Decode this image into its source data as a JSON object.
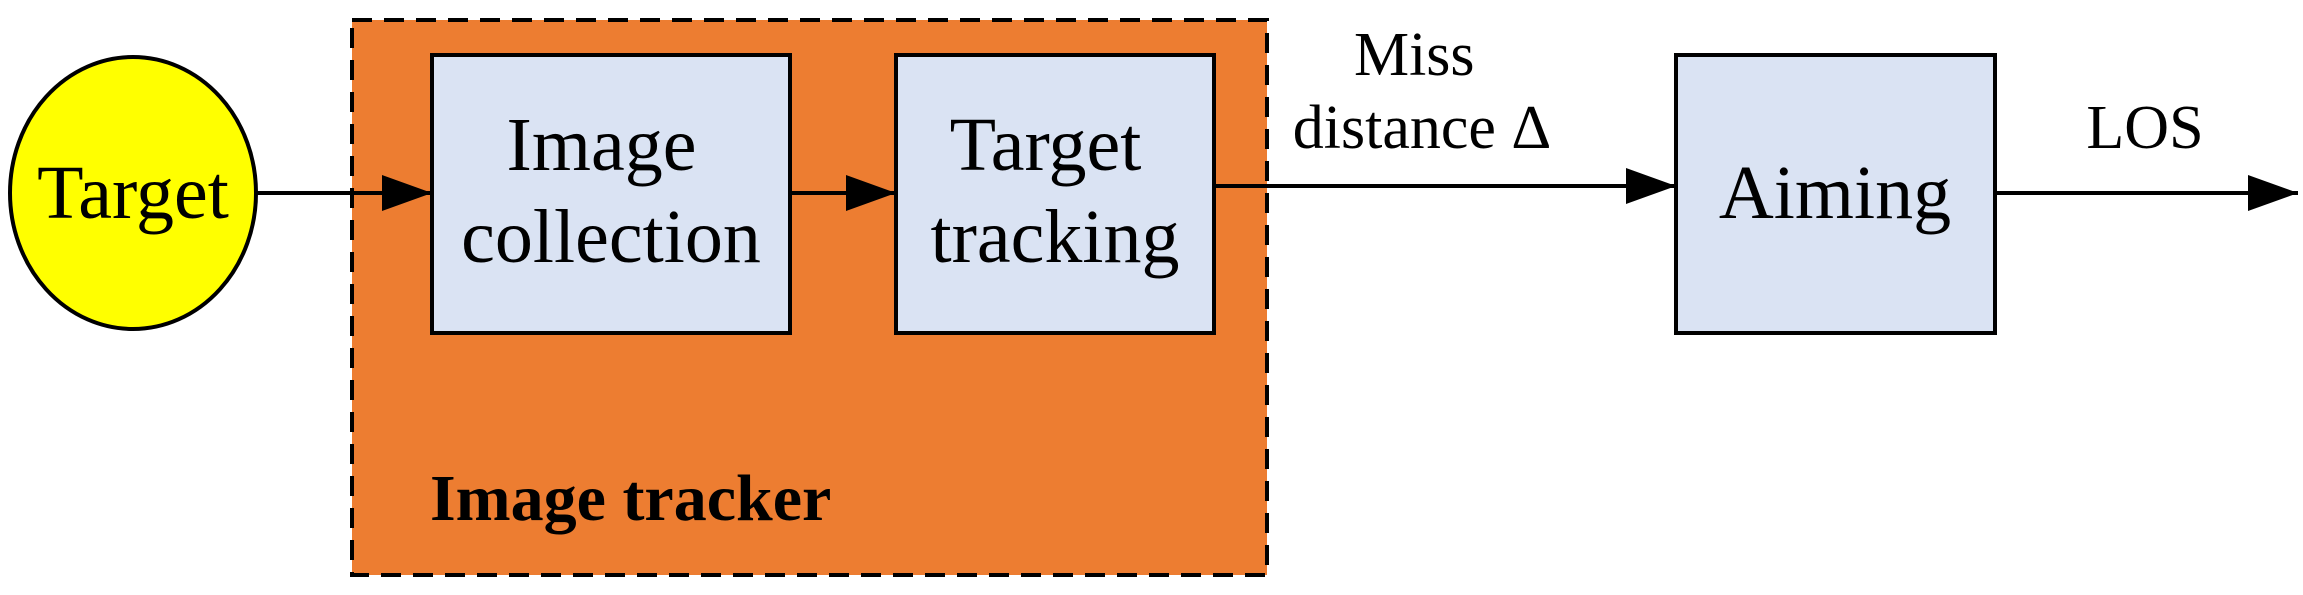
{
  "colors": {
    "target_fill": "#ffff00",
    "tracker_fill": "#ed7d31",
    "box_fill": "#dae3f3",
    "stroke": "#000000"
  },
  "nodes": {
    "target": "Target",
    "image_collection": [
      "Image",
      "collection"
    ],
    "target_tracking": [
      "Target",
      "tracking"
    ],
    "aiming": "Aiming"
  },
  "group": {
    "label": "Image tracker"
  },
  "edges": {
    "miss_distance": [
      "Miss",
      "distance Δ"
    ],
    "los": "LOS"
  }
}
